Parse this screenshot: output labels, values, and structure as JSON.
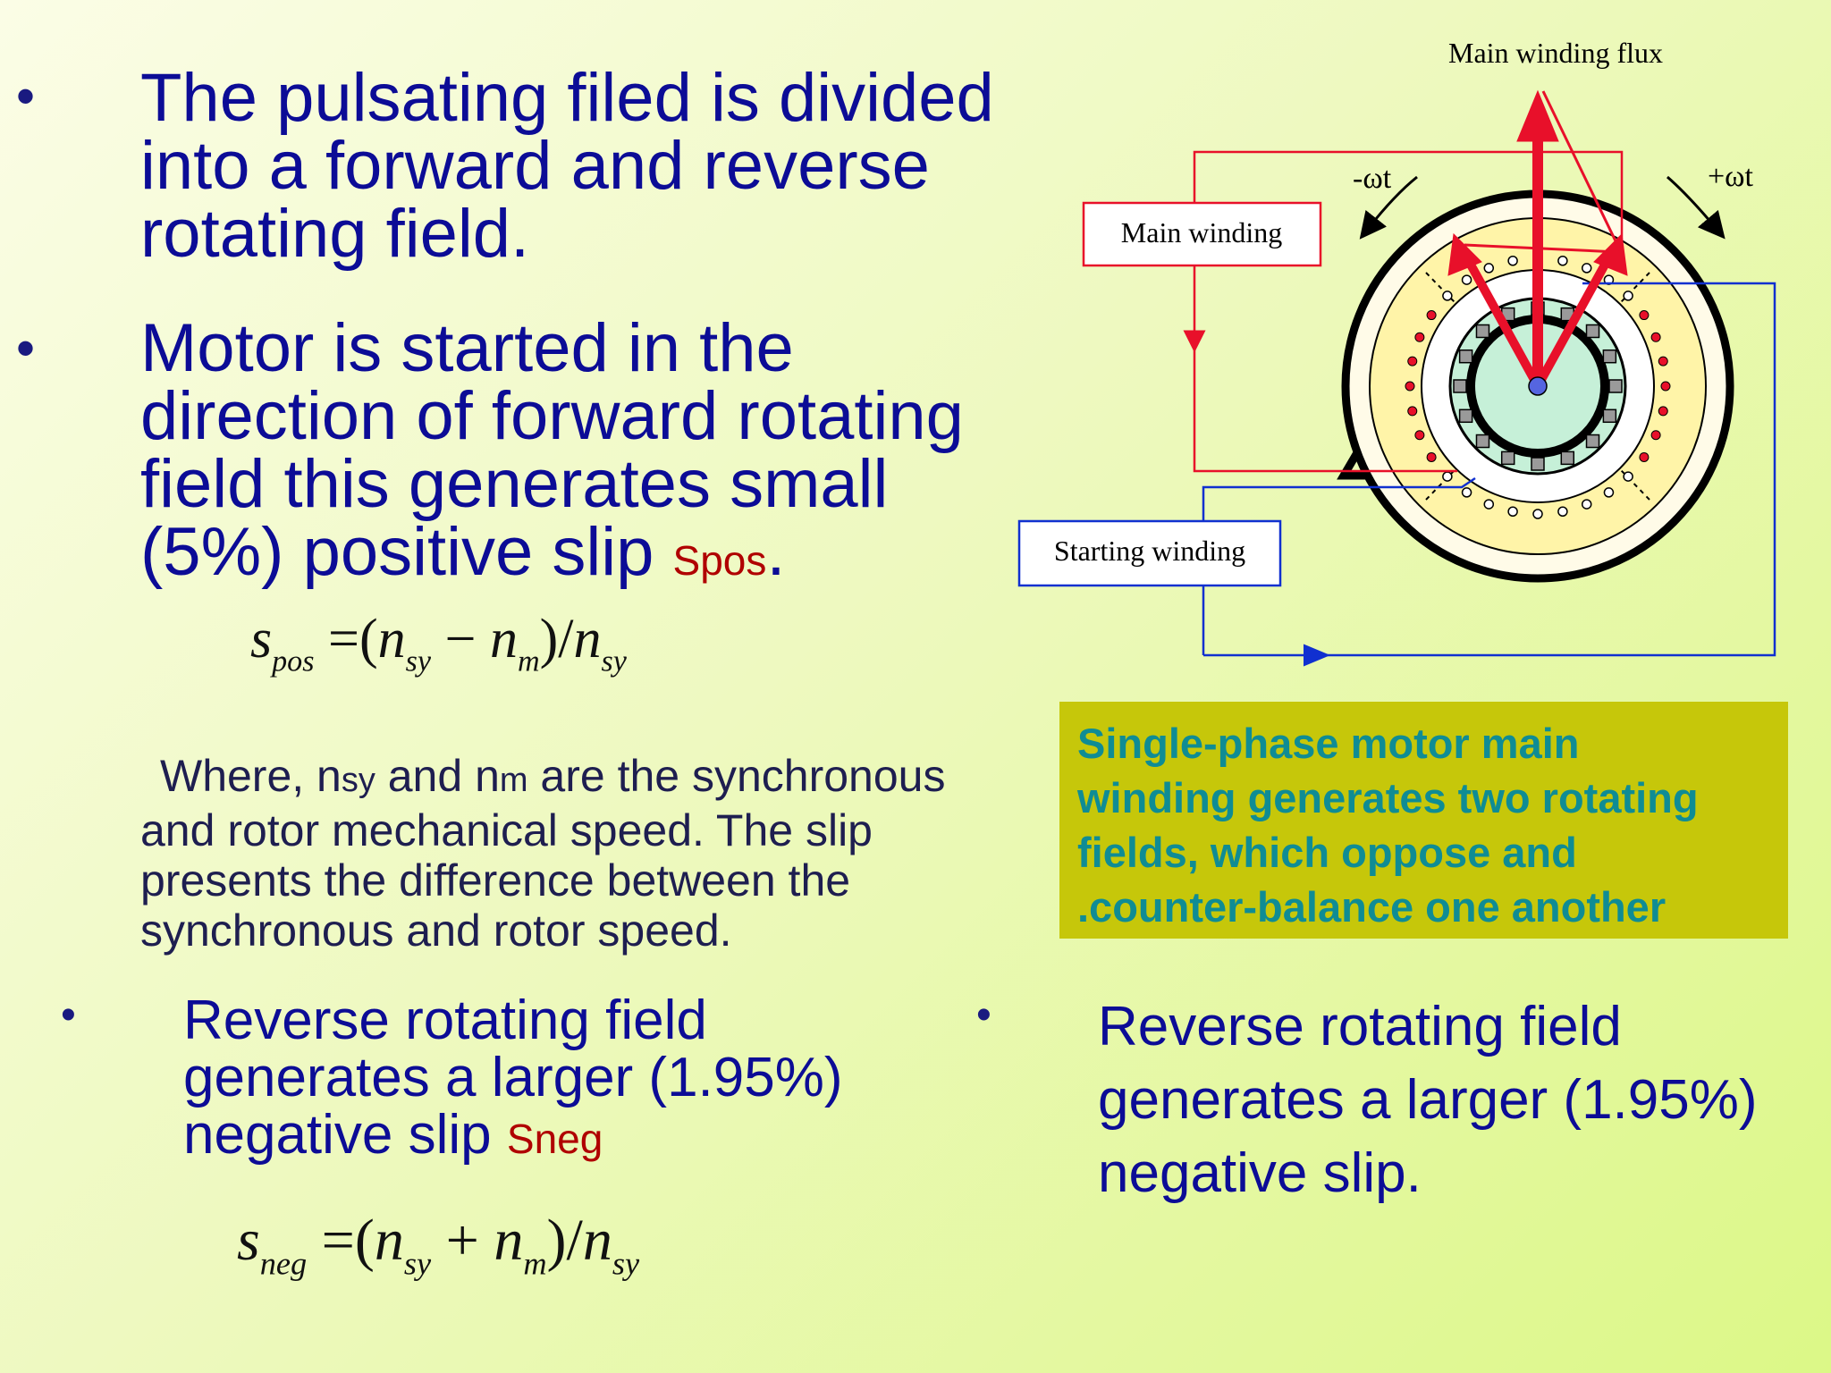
{
  "bullets_top": [
    {
      "text": "The pulsating filed is divided into a forward and reverse rotating field."
    },
    {
      "text": "Motor is started in the direction of forward rotating field this generates small (5%) positive slip",
      "tag": "Spos",
      "tail": "."
    }
  ],
  "formula_pos": {
    "lhs": "s",
    "lhs_sub": "pos",
    "eq": "=",
    "open": "(",
    "n1": "n",
    "n1_sub": "sy",
    "op": "−",
    "n2": "n",
    "n2_sub": "m",
    "close": ")",
    "div": "/",
    "n3": "n",
    "n3_sub": "sy"
  },
  "where": {
    "line1_a": "Where, n",
    "line1_sub1": "sy",
    "line1_b": " and n",
    "line1_sub2": "m",
    "line1_c": " are the synchronous",
    "line2": "and rotor mechanical speed. The slip",
    "line3": "presents the difference between the",
    "line4": "synchronous  and rotor speed."
  },
  "bullet_bottom_left": {
    "line1": "Reverse rotating field",
    "line2": "generates a larger (1.95%)",
    "line3": "negative slip",
    "tag": "Sneg"
  },
  "bullet_bottom_right": {
    "line1": "Reverse rotating field",
    "line2": "generates a larger (1.95%)",
    "line3": "negative slip."
  },
  "formula_neg": {
    "lhs": "s",
    "lhs_sub": "neg",
    "eq": "=",
    "open": "(",
    "n1": "n",
    "n1_sub": "sy",
    "op": "+",
    "n2": "n",
    "n2_sub": "m",
    "close": ")",
    "div": "/",
    "n3": "n",
    "n3_sub": "sy"
  },
  "note_box": {
    "line1": "Single-phase motor main",
    "line2": "winding generates two rotating",
    "line3": "fields, which oppose and",
    "line4": ".counter-balance one another"
  },
  "diagram": {
    "flux_label": "Main winding flux",
    "neg_wt": "-ωt",
    "pos_wt": "+ωt",
    "main_winding": "Main winding",
    "starting_winding": "Starting winding"
  },
  "colors": {
    "title_blue": "#0c0c96",
    "slip_red": "#b00000",
    "note_bg": "#c6c70a",
    "note_text": "#0f8c94",
    "flux_red": "#e8102a",
    "start_blue": "#1030d0"
  }
}
